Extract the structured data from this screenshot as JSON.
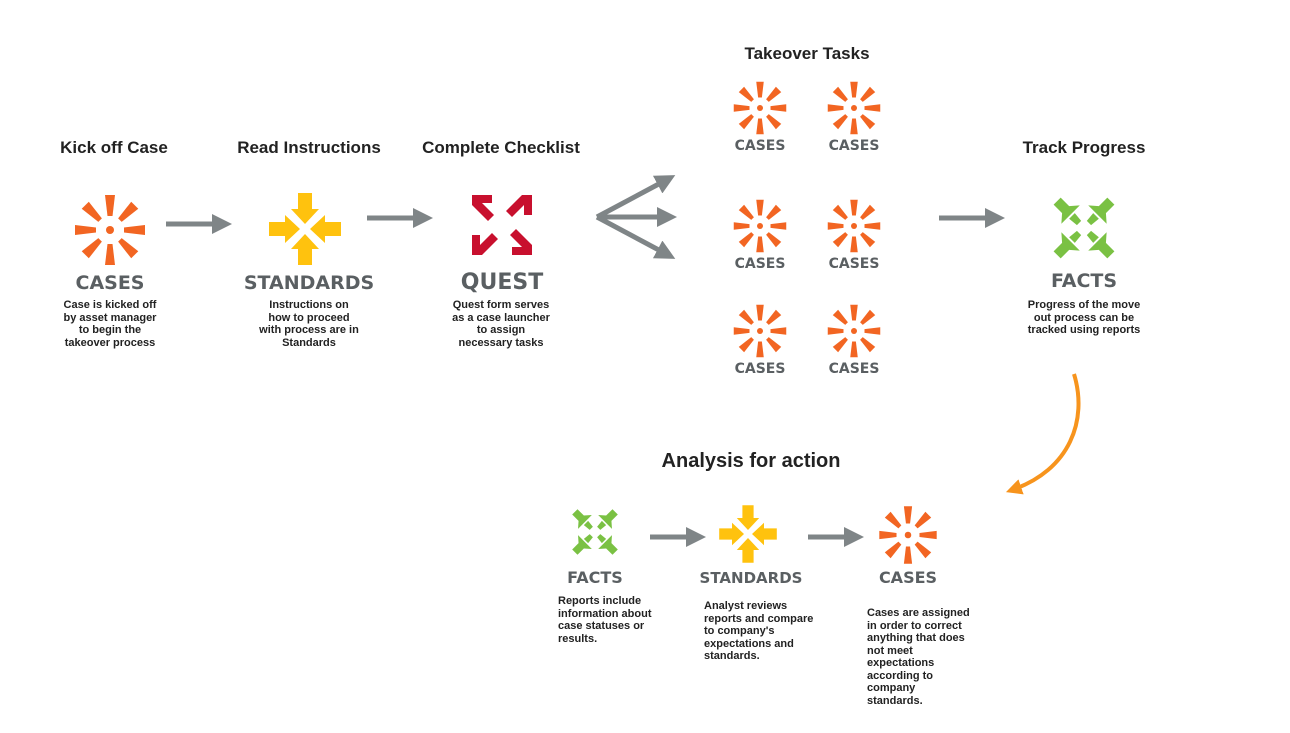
{
  "headings": {
    "kickoff": "Kick off Case",
    "read": "Read Instructions",
    "checklist": "Complete Checklist",
    "takeover": "Takeover Tasks",
    "track": "Track Progress",
    "analysis": "Analysis for action"
  },
  "products": {
    "cases": "CASES",
    "standards": "STANDARDS",
    "quest": "QUEST",
    "facts": "FACTS"
  },
  "descriptions": {
    "kickoff": [
      "Case is kicked off",
      "by asset manager",
      "to begin the",
      "takeover process"
    ],
    "read": [
      "Instructions on",
      "how to proceed",
      "with process are in",
      "Standards"
    ],
    "checklist": [
      "Quest form serves",
      "as a case launcher",
      "to assign",
      "necessary tasks"
    ],
    "track": [
      "Progress of the move",
      "out process can be",
      "tracked using reports"
    ],
    "analysis_facts": [
      "Reports include",
      "information about",
      "case statuses or",
      "results."
    ],
    "analysis_standards": [
      "Analyst reviews",
      "reports and compare",
      "to company's",
      "expectations and",
      "standards."
    ],
    "analysis_cases": [
      "Cases are assigned",
      "in order to correct",
      "anything that does",
      "not meet",
      "expectations",
      "according to",
      "company",
      "standards."
    ]
  },
  "colors": {
    "cases": "#F26522",
    "standards": "#FFC20E",
    "quest": "#C8102E",
    "facts": "#7AC143",
    "arrow": "#7F8587",
    "curve": "#F7941D",
    "text": "#5A5F62"
  },
  "icons": [
    "cases-logo-icon",
    "standards-logo-icon",
    "quest-logo-icon",
    "facts-logo-icon"
  ]
}
